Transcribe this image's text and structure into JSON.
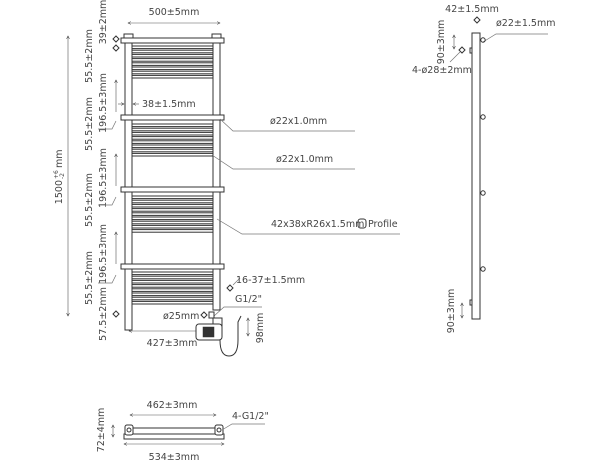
{
  "title": "Heated towel rail technical drawing",
  "colors": {
    "line": "#333333",
    "text": "#444444",
    "leader": "#777777",
    "background": "#ffffff"
  },
  "front_view": {
    "width_top": "500±5mm",
    "overall_height": "1500",
    "overall_height_tol_plus": "+6",
    "overall_height_tol_minus": "-2",
    "overall_height_unit": "mm",
    "top_offset": "39±2mm",
    "section_gaps": [
      "55.5±2mm",
      "55.5±2mm",
      "55.5±2mm",
      "55.5±2mm"
    ],
    "section_spacing": [
      "196.5±3mm",
      "196.5±3mm",
      "196.5±3mm"
    ],
    "rail_inset": "38±1.5mm",
    "bottom_offset": "57.5±2mm",
    "bottom_width": "427±3mm",
    "bar_spec_1": "ø22x1.0mm",
    "bar_spec_2": "ø22x1.0mm",
    "profile_spec": "42x38xR26x1.5mm",
    "profile_word": "Profile",
    "valve_range": "16-37±1.5mm",
    "thread": "G1/2\"",
    "inlet_dia": "ø25mm",
    "element_height": "98mm"
  },
  "side_view": {
    "depth": "42±1.5mm",
    "pipe_dia": "ø22±1.5mm",
    "top_bracket": "90±3mm",
    "fixings": "4-ø28±2mm",
    "bottom_bracket": "90±3mm"
  },
  "bottom_view": {
    "inner_width": "462±3mm",
    "outer_width": "534±3mm",
    "depth": "72±4mm",
    "connections": "4-G1/2\""
  }
}
